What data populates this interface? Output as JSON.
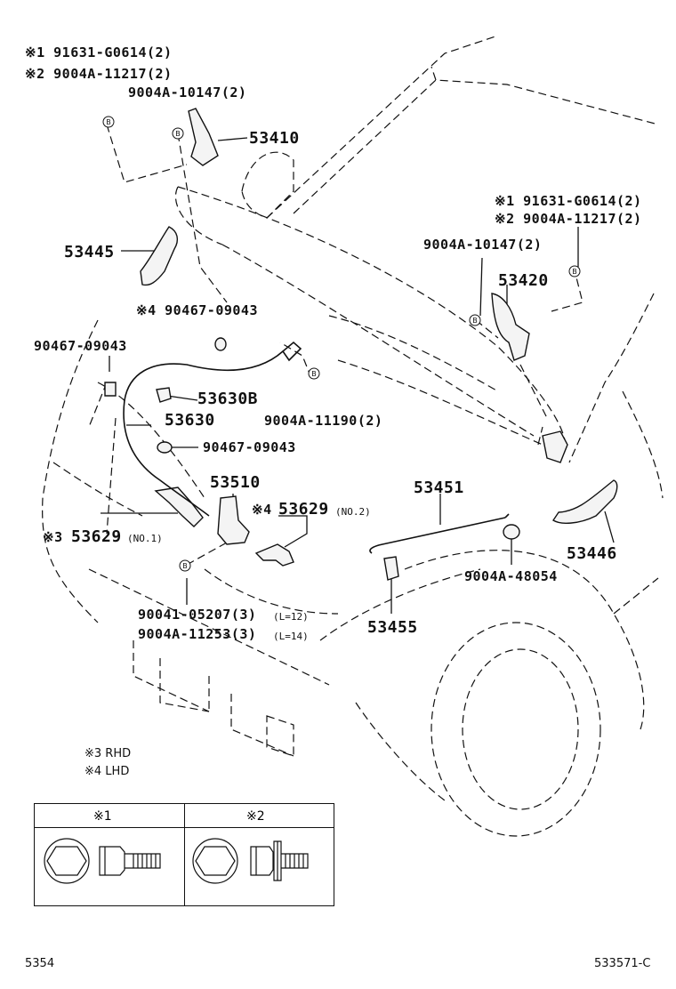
{
  "diagram": {
    "part_labels": {
      "p53410": "53410",
      "p53445": "53445",
      "p53420": "53420",
      "p53630B": "53630B",
      "p53630": "53630",
      "p53510": "53510",
      "p53629_2_num": "53629",
      "p53629_2_suffix": "(NO.2)",
      "p53629_1_num": "53629",
      "p53629_1_suffix": "(NO.1)",
      "p53451": "53451",
      "p53446": "53446",
      "p53455": "53455"
    },
    "fastener_labels": {
      "left_m1": "※1 91631-G0614(2)",
      "left_m2": "※2 9004A-11217(2)",
      "left_10147": "9004A-10147(2)",
      "right_m1": "※1 91631-G0614(2)",
      "right_m2": "※2 9004A-11217(2)",
      "right_10147": "9004A-10147(2)",
      "m4_09043": "※4 90467-09043",
      "left_09043": "90467-09043",
      "r_11190": "9004A-11190(2)",
      "mid_09043": "90467-09043",
      "m4_prefix": "※4",
      "m3_prefix": "※3",
      "b_48054": "9004A-48054",
      "b_05207": "90041-05207(3)",
      "b_05207_len": "(L=12)",
      "b_11253": "9004A-11253(3)",
      "b_11253_len": "(L=14)"
    },
    "notes": {
      "rhd": "※3 RHD",
      "lhd": "※4 LHD"
    },
    "legend": {
      "col1": "※1",
      "col2": "※2"
    },
    "footer": {
      "left_code": "5354",
      "right_code": "533571-C"
    }
  }
}
